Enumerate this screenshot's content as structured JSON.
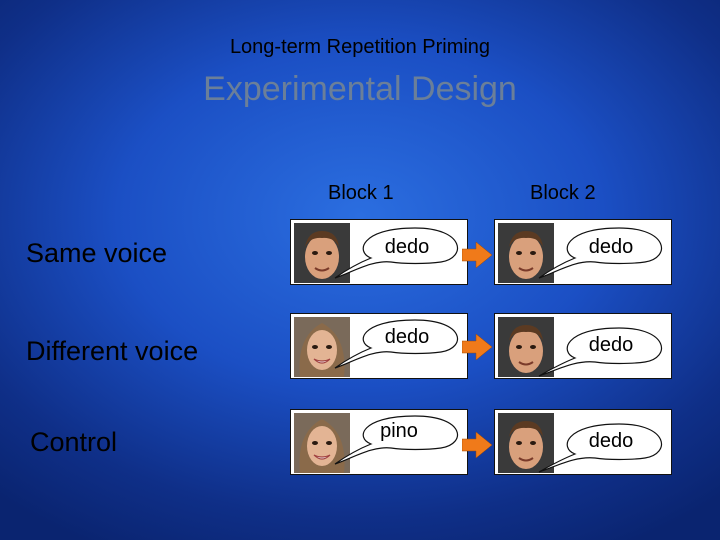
{
  "header": {
    "subtitle": "Long-term Repetition Priming",
    "title": "Experimental Design"
  },
  "blocks": {
    "block1": "Block 1",
    "block2": "Block 2"
  },
  "rows": [
    {
      "label": "Same voice",
      "b1_speaker": "male",
      "b1_word": "dedo",
      "b2_speaker": "male",
      "b2_word": "dedo"
    },
    {
      "label": "Different voice",
      "b1_speaker": "female",
      "b1_word": "dedo",
      "b2_speaker": "male",
      "b2_word": "dedo"
    },
    {
      "label": "Control",
      "b1_speaker": "female",
      "b1_word": "pino",
      "b2_speaker": "male",
      "b2_word": "dedo"
    }
  ],
  "colors": {
    "arrow": "#f07a1a",
    "title": "#6b7f99"
  }
}
